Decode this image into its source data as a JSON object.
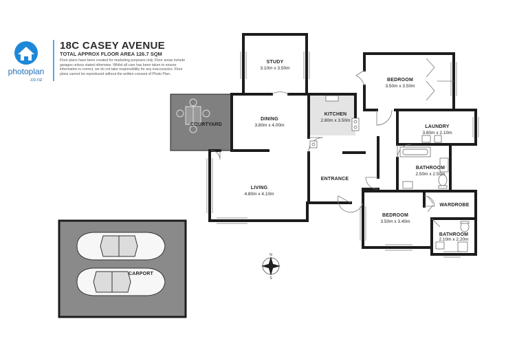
{
  "header": {
    "title": "18C CASEY AVENUE",
    "subtitle": "TOTAL APPROX FLOOR AREA 126.7 SQM",
    "disclaimer": "Floor plans have been created for marketing purposes only. Floor areas include garages unless stated otherwise. Whilst all care has been taken to ensure information is correct, we do not take responsibility for any inaccuracies. Floor plans cannot be reproduced without the written consent of Photo Plan."
  },
  "logo": {
    "brand": "photoplan",
    "domain": ".co.nz",
    "icon": "house-logo-icon"
  },
  "rooms": [
    {
      "id": "study",
      "name": "STUDY",
      "dims": "3.10m  x 3.50m"
    },
    {
      "id": "bedroom1",
      "name": "BEDROOM",
      "dims": "3.50m  x 3.50m"
    },
    {
      "id": "courtyard",
      "name": "COURTYARD",
      "dims": ""
    },
    {
      "id": "dining",
      "name": "DINING",
      "dims": "3.80m  x 4.00m"
    },
    {
      "id": "kitchen",
      "name": "KITCHEN",
      "dims": "2.80m  x 3.50m"
    },
    {
      "id": "laundry",
      "name": "LAUNDRY",
      "dims": "3.80m  x 2.10m"
    },
    {
      "id": "bathroom1",
      "name": "BATHROOM",
      "dims": "2.50m  x 2.50m"
    },
    {
      "id": "entrance",
      "name": "ENTRANCE",
      "dims": ""
    },
    {
      "id": "living",
      "name": "LIVING",
      "dims": "4.80m  x 4.10m"
    },
    {
      "id": "wardrobe",
      "name": "WARDROBE",
      "dims": ""
    },
    {
      "id": "bedroom2",
      "name": "BEDROOM",
      "dims": "3.50m  x 3.40m"
    },
    {
      "id": "bathroom2",
      "name": "BATHROOM",
      "dims": "2.10m  x 2.20m"
    },
    {
      "id": "carport",
      "name": "CARPORT",
      "dims": ""
    }
  ],
  "compass": {
    "north": "N",
    "south": "S",
    "icon": "compass-icon"
  },
  "colors": {
    "wall": "#1c1c1c",
    "courtyard": "#808080",
    "carport": "#8a8a8a",
    "kitchen_floor": "#e4e4e4",
    "logo_blue": "#1e88d8"
  }
}
